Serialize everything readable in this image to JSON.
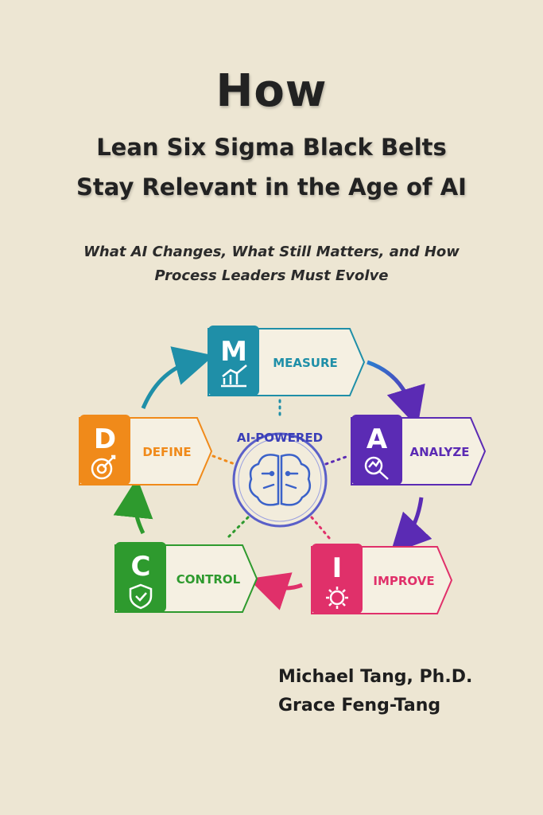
{
  "title": {
    "main": "How",
    "line1": "Lean Six Sigma Black Belts",
    "line2": "Stay Relevant in the Age of AI"
  },
  "subtitle": {
    "line1": "What AI Changes, What Still Matters, and How",
    "line2": "Process Leaders Must Evolve"
  },
  "cycle": {
    "center_label": "AI-POWERED",
    "center_icon": "brain-icon",
    "steps": [
      {
        "letter": "M",
        "label": "MEASURE",
        "color": "#1f8fa8",
        "icon": "chart-icon"
      },
      {
        "letter": "A",
        "label": "ANALYZE",
        "color": "#5b2bb4",
        "icon": "magnifier-icon"
      },
      {
        "letter": "I",
        "label": "IMPROVE",
        "color": "#e0306a",
        "icon": "gear-icon"
      },
      {
        "letter": "C",
        "label": "CONTROL",
        "color": "#2e9a2e",
        "icon": "shield-check-icon"
      },
      {
        "letter": "D",
        "label": "DEFINE",
        "color": "#f08a1a",
        "icon": "target-icon"
      }
    ]
  },
  "authors": [
    "Michael Tang, Ph.D.",
    "Grace Feng-Tang"
  ]
}
